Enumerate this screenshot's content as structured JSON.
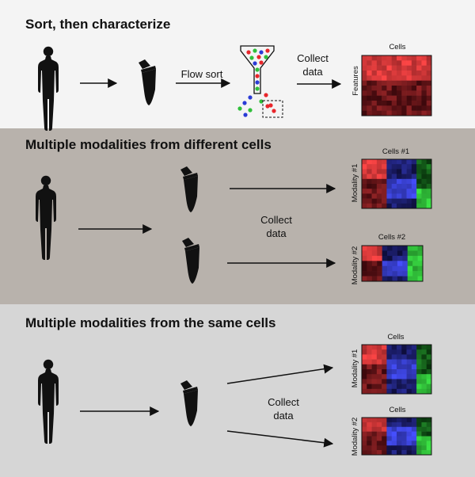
{
  "panels": [
    {
      "title": "Sort, then characterize",
      "step_label": "Flow sort",
      "collect_label": [
        "Collect",
        "data"
      ],
      "matrix_col_label": "Cells",
      "matrix_row_label": "Features"
    },
    {
      "title": "Multiple modalities from different cells",
      "collect_label": [
        "Collect",
        "data"
      ],
      "matrix1_col_label": "Cells #1",
      "matrix1_row_label": "Modality #1",
      "matrix2_col_label": "Cells #2",
      "matrix2_row_label": "Modality #2"
    },
    {
      "title": "Multiple modalities from the same cells",
      "collect_label": [
        "Collect",
        "data"
      ],
      "matrix1_col_label": "Cells",
      "matrix1_row_label": "Modality #1",
      "matrix2_col_label": "Cells",
      "matrix2_row_label": "Modality #2"
    }
  ],
  "colors": {
    "panel1_bg": "#f4f4f4",
    "panel2_bg": "#b8b2ac",
    "panel3_bg": "#d6d6d6",
    "red": "#e8262b",
    "blue": "#2a3bd6",
    "green": "#2fbf3a"
  }
}
